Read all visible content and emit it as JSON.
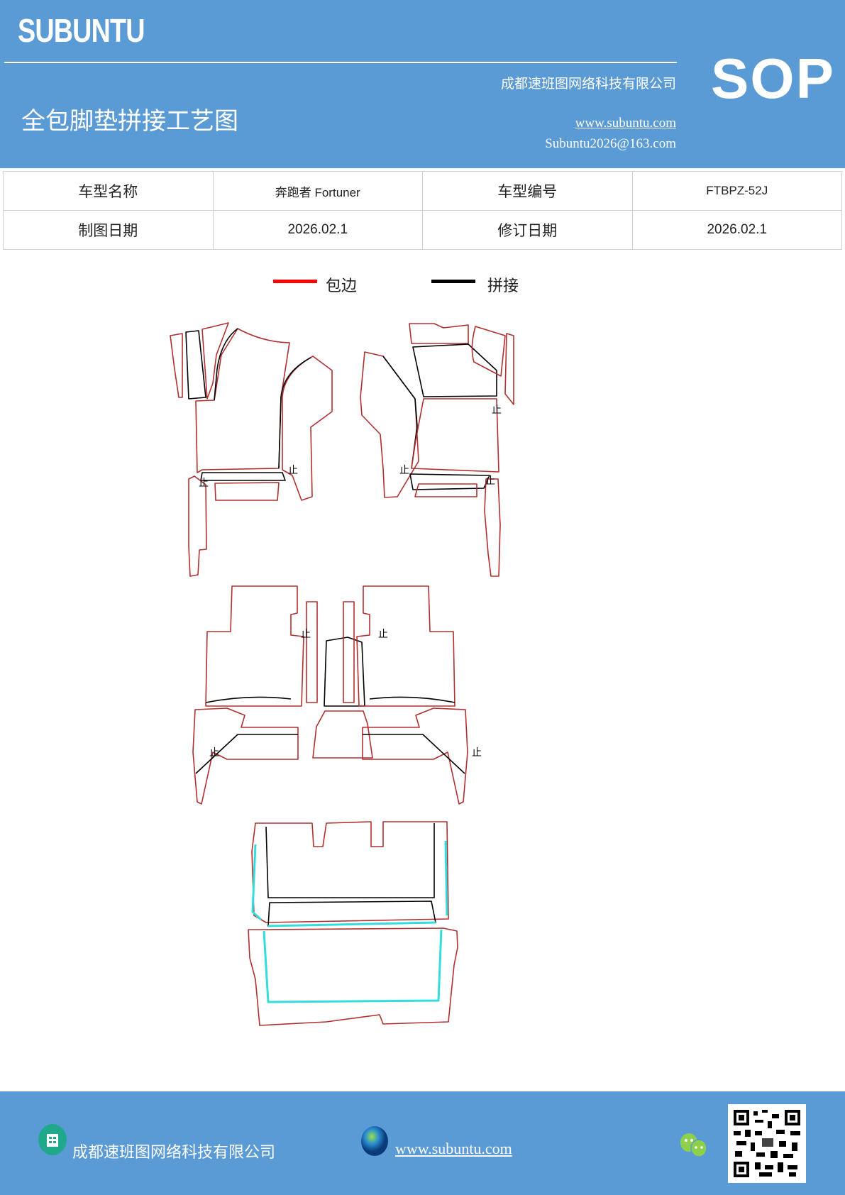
{
  "header": {
    "brand": "SUBUNTU",
    "company": "成都速班图网络科技有限公司",
    "title": "全包脚垫拼接工艺图",
    "website": "www.subuntu.com",
    "email": "Subuntu2026@163.com",
    "badge": "SOP"
  },
  "info_table": {
    "rows": [
      {
        "label1": "车型名称",
        "value1": "奔跑者 Fortuner",
        "label2": "车型编号",
        "value2": "FTBPZ-52J"
      },
      {
        "label1": "制图日期",
        "value1": "2026.02.1",
        "label2": "修订日期",
        "value2": "2026.02.1"
      }
    ]
  },
  "legend": {
    "items": [
      {
        "label": "包边",
        "color": "#ff0000"
      },
      {
        "label": "拼接",
        "color": "#000000"
      }
    ]
  },
  "drawing": {
    "edge_color": "#b03030",
    "seam_color": "#000000",
    "highlight_color": "#33dddd",
    "stop_mark": "止"
  },
  "footer": {
    "company": "成都速班图网络科技有限公司",
    "website": "www.subuntu.com ",
    "icons": [
      "building-icon",
      "globe-icon",
      "wechat-icon",
      "qr-code"
    ]
  }
}
